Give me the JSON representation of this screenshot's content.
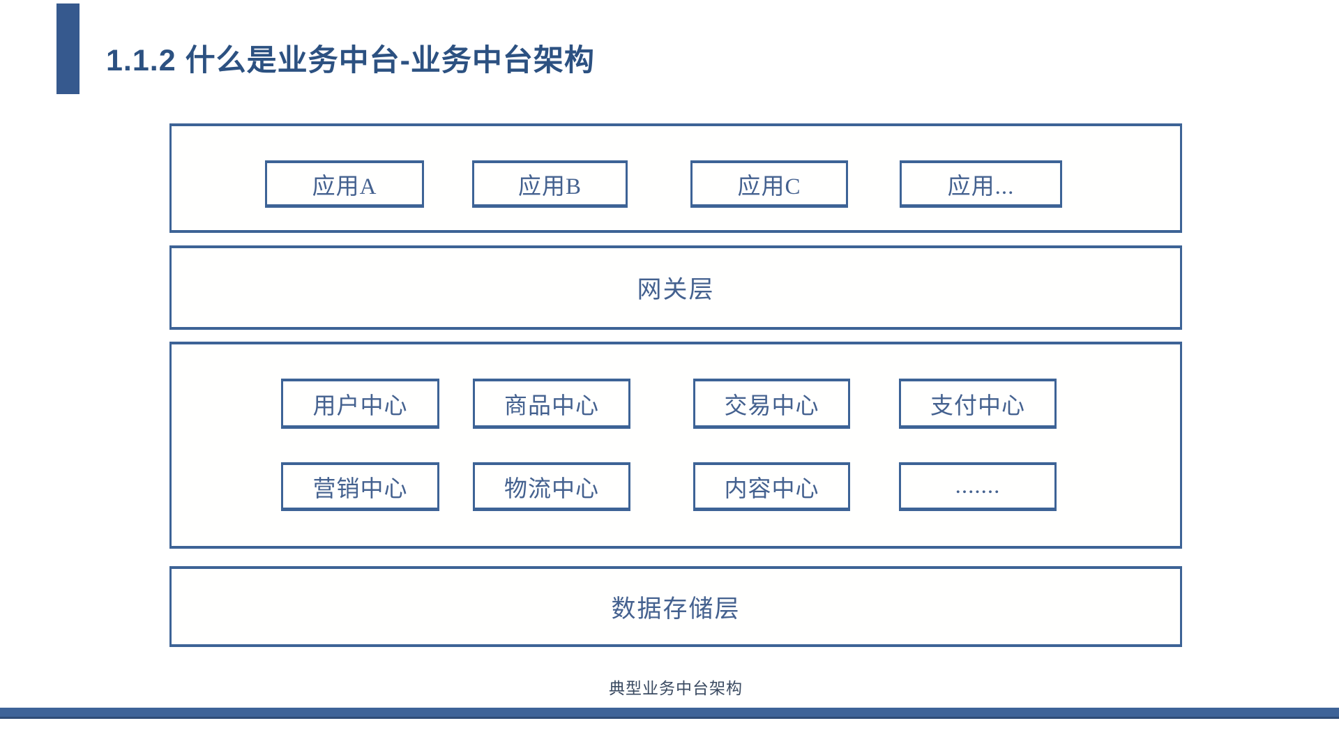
{
  "title": "1.1.2 什么是业务中台-业务中台架构",
  "diagram": {
    "app_layer": {
      "items": [
        "应用A",
        "应用B",
        "应用C",
        "应用..."
      ]
    },
    "gateway_layer": {
      "label": "网关层"
    },
    "center_layer": {
      "row1": [
        "用户中心",
        "商品中心",
        "交易中心",
        "支付中心"
      ],
      "row2": [
        "营销中心",
        "物流中心",
        "内容中心",
        "......."
      ]
    },
    "storage_layer": {
      "label": "数据存储层"
    },
    "caption": "典型业务中台架构"
  },
  "colors": {
    "accent_bar": "#36598E",
    "box_border": "#3D6396",
    "title_text": "#2C5181",
    "box_text": "#44618F",
    "caption_text": "#3A4A61",
    "bottom_bar": "#3E6398"
  }
}
